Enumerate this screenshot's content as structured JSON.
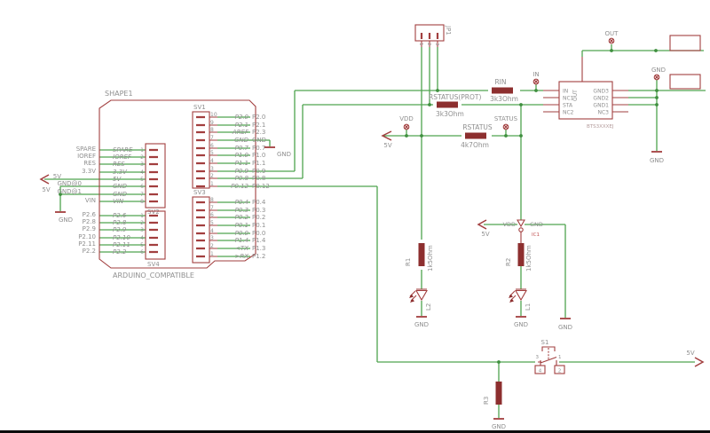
{
  "frame": {
    "name": "SHAPE1",
    "caption": "ARDUINO_COMPATIBLE"
  },
  "connectors": {
    "sv1": {
      "name": "SV1",
      "rows": [
        {
          "pin": "10",
          "net": "P2.0",
          "label": "P2.0"
        },
        {
          "pin": "9",
          "net": "P2.1",
          "label": "P2.1"
        },
        {
          "pin": "8",
          "net": "AREF",
          "label": "P2.3"
        },
        {
          "pin": "7",
          "net": "GND",
          "label": "GND"
        },
        {
          "pin": "6",
          "net": "P0.7",
          "label": "P0.7"
        },
        {
          "pin": "5",
          "net": "P1.0",
          "label": "P1.0"
        },
        {
          "pin": "4",
          "net": "P1.1",
          "label": "P1.1"
        },
        {
          "pin": "3",
          "net": "P0.9",
          "label": "P0.9"
        },
        {
          "pin": "2",
          "net": "P0.8",
          "label": "P0.8"
        },
        {
          "pin": "1",
          "net": "P0.12",
          "label": "P0.12"
        }
      ]
    },
    "sv3": {
      "name": "SV3",
      "rows": [
        {
          "pin": "8",
          "net": "P0.4",
          "label": "P0.4"
        },
        {
          "pin": "7",
          "net": "P0.3",
          "label": "P0.3"
        },
        {
          "pin": "6",
          "net": "P0.2",
          "label": "P0.2"
        },
        {
          "pin": "5",
          "net": "P0.1",
          "label": "P0.1"
        },
        {
          "pin": "4",
          "net": "P0.0",
          "label": "P0.0"
        },
        {
          "pin": "3",
          "net": "P1.4",
          "label": "P1.4"
        },
        {
          "pin": "2",
          "net": "<TX",
          "label": "P1.3"
        },
        {
          "pin": "1",
          "net": ">RX",
          "label": "P1.2"
        }
      ]
    },
    "sv2": {
      "name": "SV2",
      "rows": [
        {
          "pin": "1",
          "net": "SPARE",
          "label": "SPARE"
        },
        {
          "pin": "2",
          "net": "IOREF",
          "label": "IOREF"
        },
        {
          "pin": "3",
          "net": "RES",
          "label": "RES"
        },
        {
          "pin": "4",
          "net": "3.3V",
          "label": "3.3V"
        },
        {
          "pin": "5",
          "net": "5V",
          "label": "5V"
        },
        {
          "pin": "6",
          "net": "GND",
          "label": "GND@0"
        },
        {
          "pin": "7",
          "net": "GND",
          "label": "GND@1"
        },
        {
          "pin": "8",
          "net": "VIN",
          "label": "VIN"
        }
      ]
    },
    "sv4": {
      "name": "SV4",
      "rows": [
        {
          "pin": "1",
          "net": "P2.6",
          "label": "P2.6"
        },
        {
          "pin": "2",
          "net": "P2.8",
          "label": "P2.8"
        },
        {
          "pin": "3",
          "net": "P2.9",
          "label": "P2.9"
        },
        {
          "pin": "4",
          "net": "P2.10",
          "label": "P2.10"
        },
        {
          "pin": "5",
          "net": "P2.11",
          "label": "P2.11"
        },
        {
          "pin": "6",
          "net": "P2.2",
          "label": "P2.2"
        }
      ]
    },
    "jp1": {
      "name": "JP1",
      "pins": [
        "1",
        "2",
        "3"
      ]
    }
  },
  "resistors": {
    "rin": {
      "name": "RIN",
      "value": "3k3Ohm"
    },
    "rprot": {
      "name": "RSTATUS(PROT)",
      "value": "3k3Ohm"
    },
    "rstatus": {
      "name": "RSTATUS",
      "value": "4k7Ohm"
    },
    "r1": {
      "name": "R1",
      "value": "1k5Ohm"
    },
    "r2": {
      "name": "R2",
      "value": "1k5Ohm"
    },
    "r3": {
      "name": "R3"
    }
  },
  "leds": {
    "l1": {
      "name": "L1"
    },
    "l2": {
      "name": "L2"
    }
  },
  "ic": {
    "name": "BTS3XXXEJ",
    "pin_top": "OUT",
    "pins_left": [
      "IN",
      "NC1",
      "STA",
      "NC2"
    ],
    "pins_right": [
      "GND3",
      "GND2",
      "GND1",
      "NC3"
    ]
  },
  "ic1_power": {
    "name": "IC1",
    "pin_vdd": "VDD",
    "pin_gnd": "GND"
  },
  "switch": {
    "name": "S1",
    "pin_tl": "3",
    "pin_tr": "1",
    "pin_bl": "4",
    "pin_br": "2"
  },
  "flags": {
    "in": "IN",
    "out": "OUT",
    "gnd": "GND",
    "vdd": "VDD",
    "status": "STATUS",
    "v5": "5V"
  },
  "gnd_label": "GND"
}
